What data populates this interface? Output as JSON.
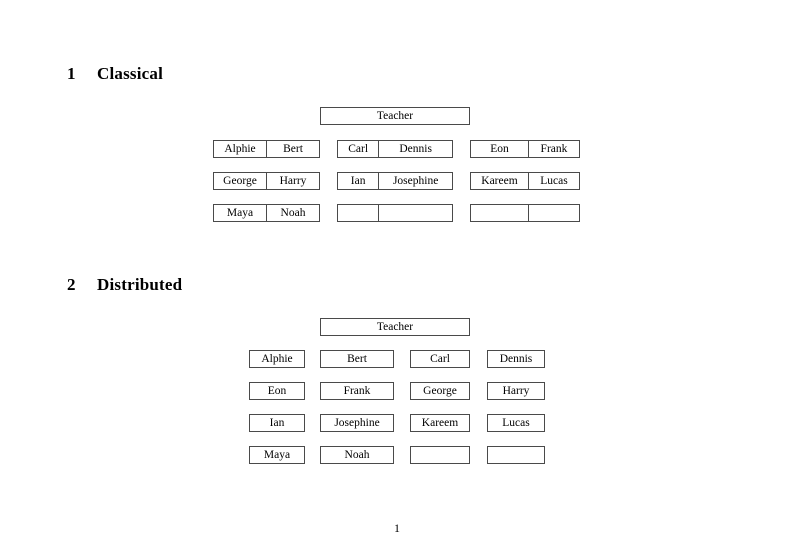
{
  "page": {
    "number": "1"
  },
  "sections": [
    {
      "number": "1",
      "title": "Classical",
      "teacher": {
        "label": "Teacher"
      },
      "groups": [
        {
          "rows": [
            {
              "cells": [
                "Alphie",
                "Bert"
              ]
            },
            {
              "cells": [
                "George",
                "Harry"
              ]
            },
            {
              "cells": [
                "Maya",
                "Noah"
              ]
            }
          ]
        },
        {
          "rows": [
            {
              "cells": [
                "Carl",
                "Dennis"
              ]
            },
            {
              "cells": [
                "Ian",
                "Josephine"
              ]
            },
            {
              "cells": [
                "",
                ""
              ]
            }
          ]
        },
        {
          "rows": [
            {
              "cells": [
                "Eon",
                "Frank"
              ]
            },
            {
              "cells": [
                "Kareem",
                "Lucas"
              ]
            },
            {
              "cells": [
                "",
                ""
              ]
            }
          ]
        }
      ]
    },
    {
      "number": "2",
      "title": "Distributed",
      "teacher": {
        "label": "Teacher"
      },
      "rows": [
        {
          "cells": [
            "Alphie",
            "Bert",
            "Carl",
            "Dennis"
          ]
        },
        {
          "cells": [
            "Eon",
            "Frank",
            "George",
            "Harry"
          ]
        },
        {
          "cells": [
            "Ian",
            "Josephine",
            "Kareem",
            "Lucas"
          ]
        },
        {
          "cells": [
            "Maya",
            "Noah",
            "",
            ""
          ]
        }
      ]
    }
  ]
}
